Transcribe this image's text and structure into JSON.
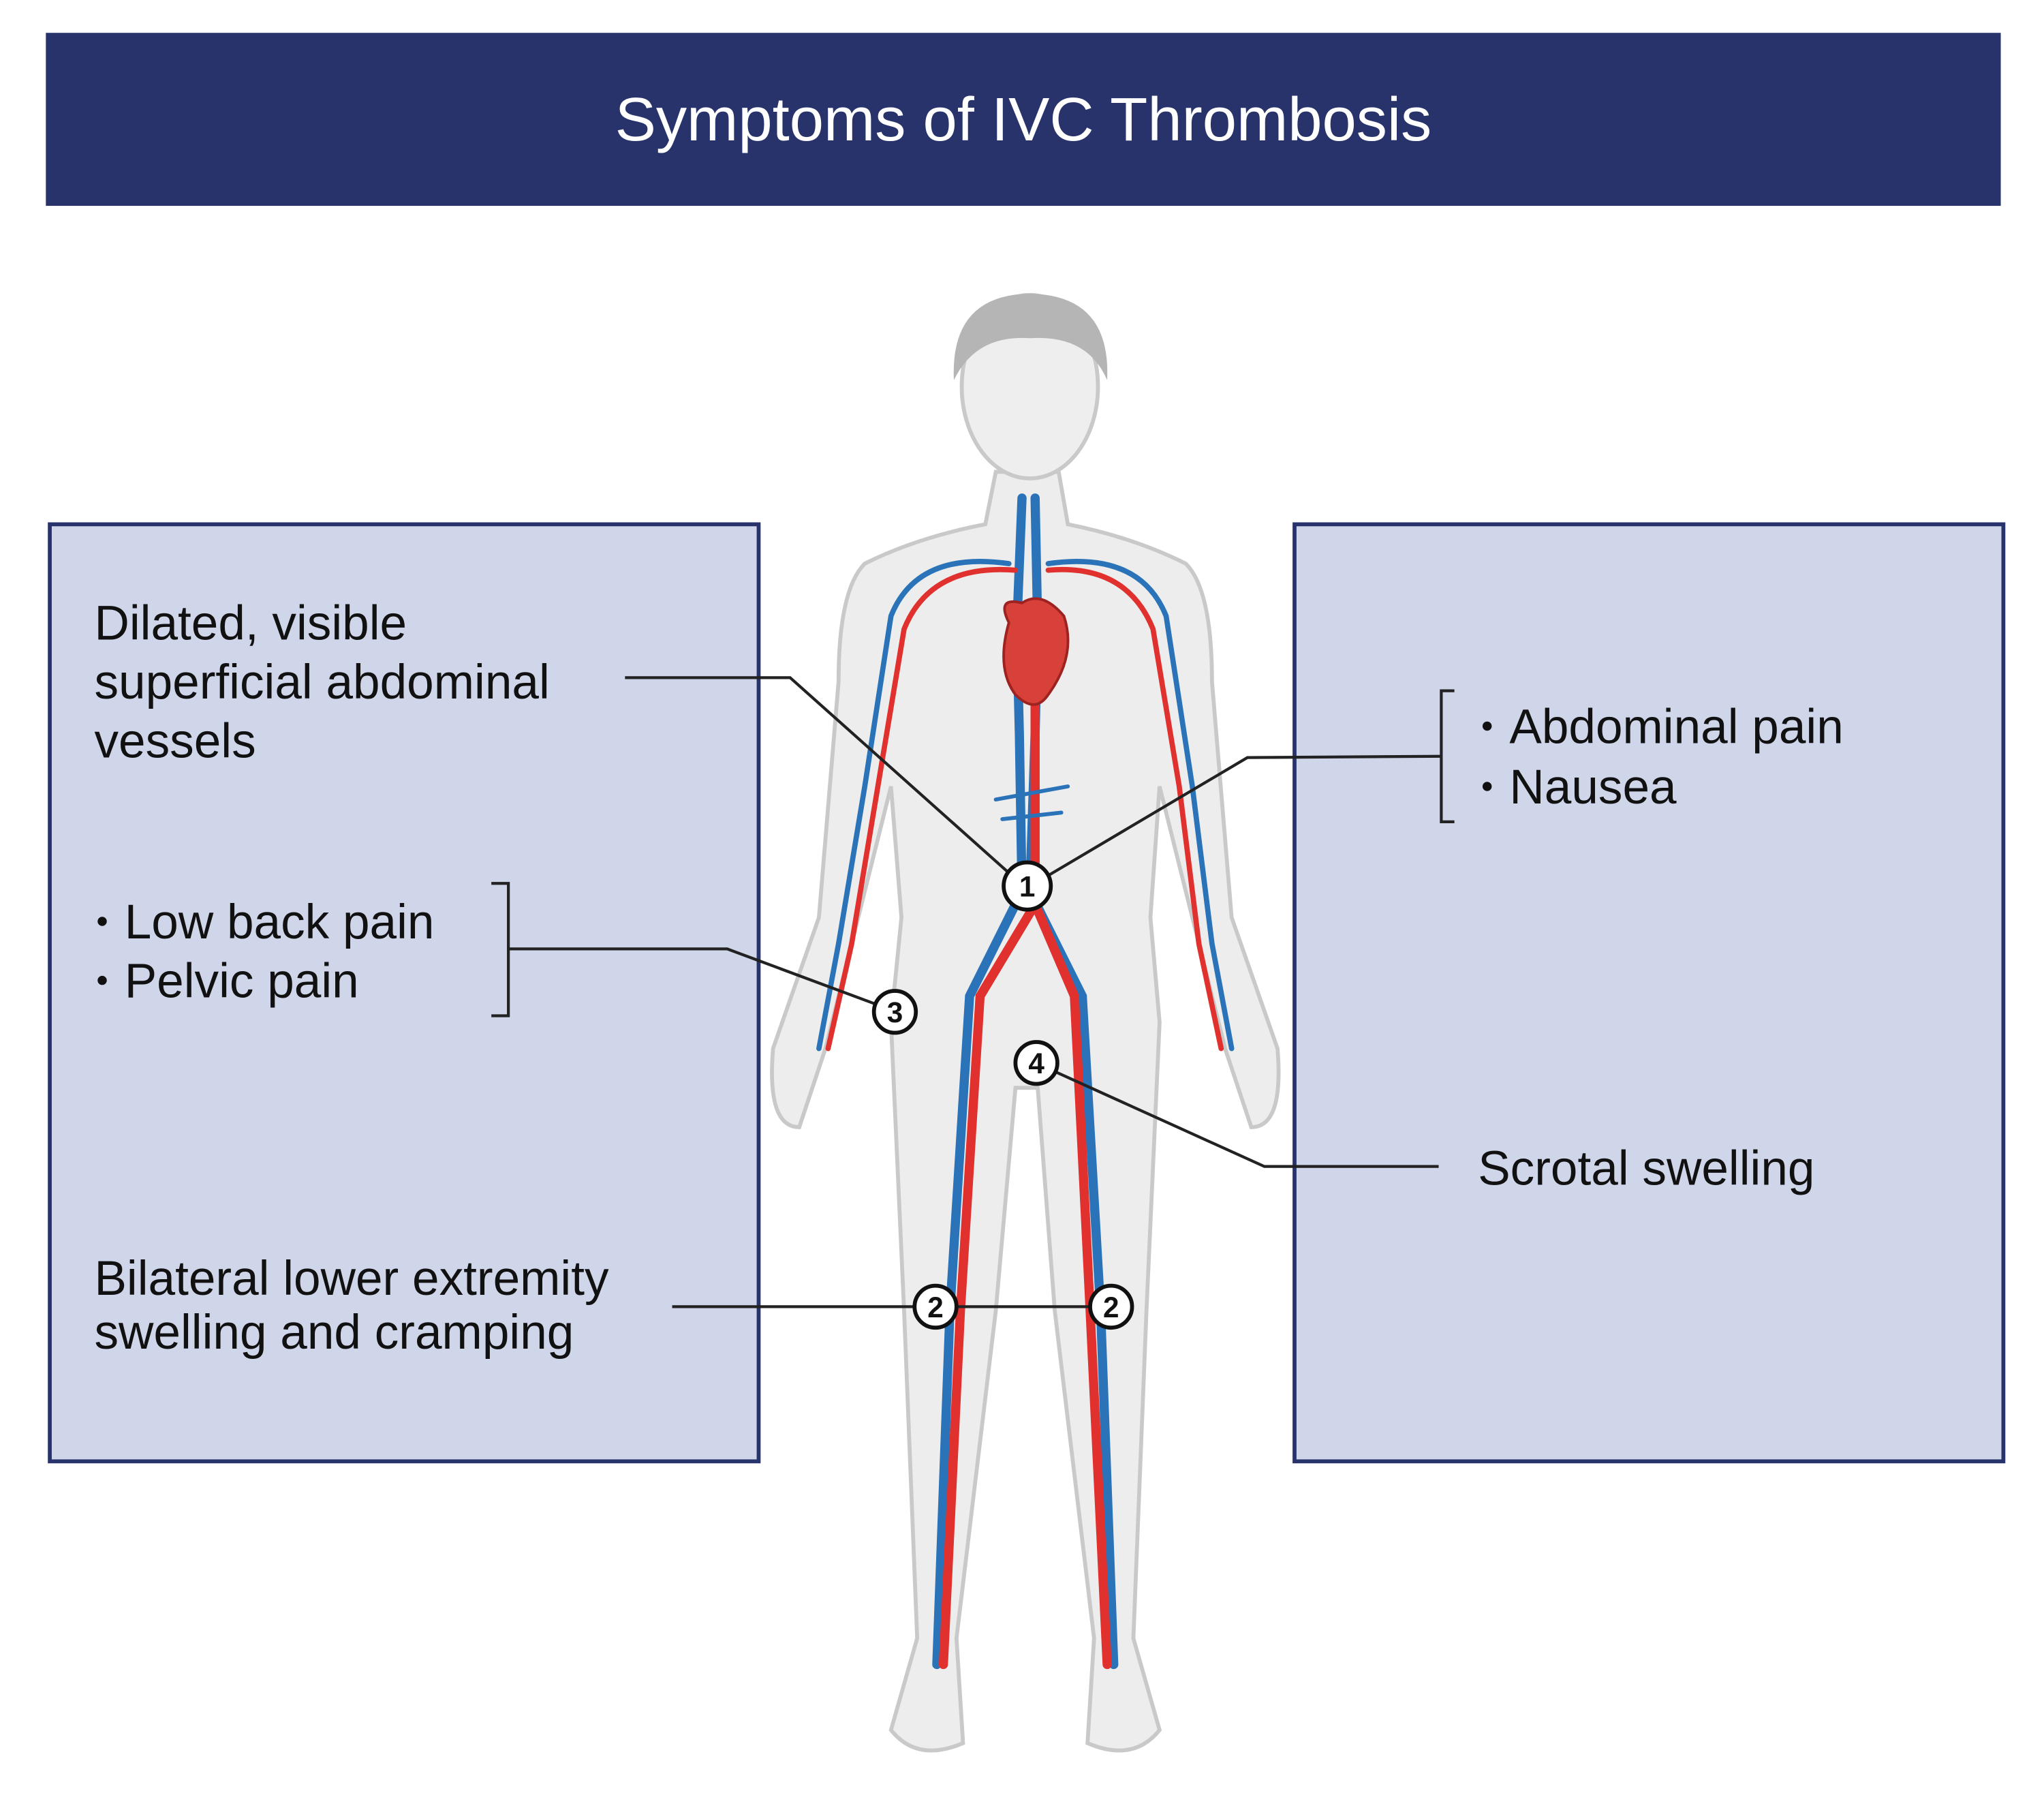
{
  "title": "Symptoms of IVC Thrombosis",
  "colors": {
    "title_bg": "#27336a",
    "panel_fill": "#d0d6ea",
    "panel_border": "#27336a",
    "artery": "#e0312e",
    "vein": "#2a73b8",
    "skin": "#ececec"
  },
  "left_panel": {
    "abdominal_vessels": [
      "Dilated, visible",
      "superficial abdominal",
      "vessels"
    ],
    "back_pelvic": [
      "Low back pain",
      "Pelvic pain"
    ],
    "lower_extremity": [
      "Bilateral lower extremity",
      "swelling and cramping"
    ]
  },
  "right_panel": {
    "abdominal": [
      "Abdominal pain",
      "Nausea"
    ],
    "scrotal": "Scrotal swelling"
  },
  "markers": {
    "m1": "1",
    "m2": "2",
    "m3": "3",
    "m4": "4"
  }
}
